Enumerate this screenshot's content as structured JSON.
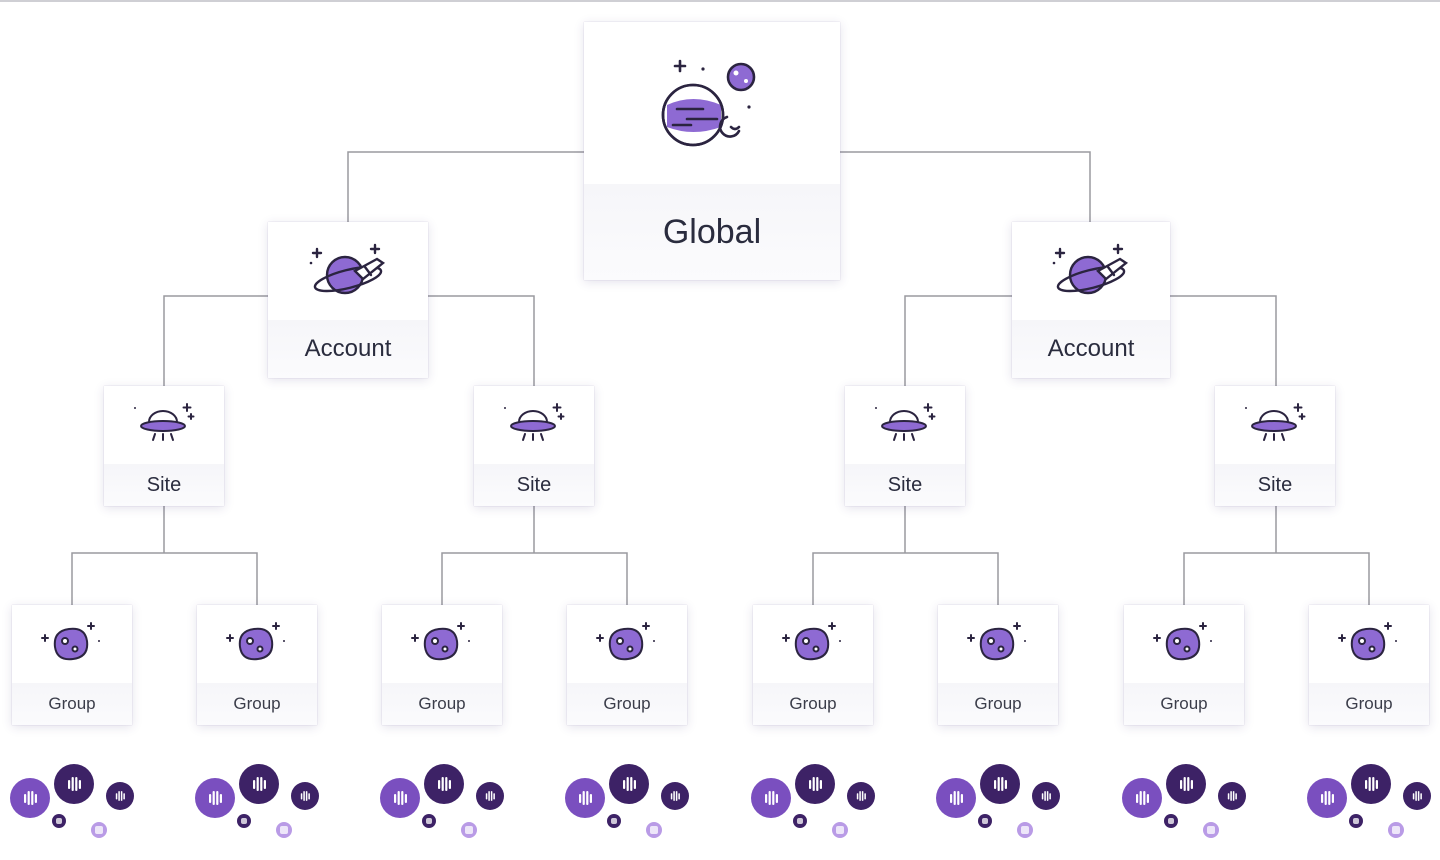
{
  "diagram": {
    "root": {
      "label": "Global",
      "icon": "planets-icon"
    },
    "accounts": [
      {
        "label": "Account",
        "icon": "rocket-planet-icon"
      },
      {
        "label": "Account",
        "icon": "rocket-planet-icon"
      }
    ],
    "sites": [
      {
        "label": "Site",
        "icon": "ufo-icon"
      },
      {
        "label": "Site",
        "icon": "ufo-icon"
      },
      {
        "label": "Site",
        "icon": "ufo-icon"
      },
      {
        "label": "Site",
        "icon": "ufo-icon"
      }
    ],
    "groups": [
      {
        "label": "Group",
        "icon": "asteroid-icon"
      },
      {
        "label": "Group",
        "icon": "asteroid-icon"
      },
      {
        "label": "Group",
        "icon": "asteroid-icon"
      },
      {
        "label": "Group",
        "icon": "asteroid-icon"
      },
      {
        "label": "Group",
        "icon": "asteroid-icon"
      },
      {
        "label": "Group",
        "icon": "asteroid-icon"
      },
      {
        "label": "Group",
        "icon": "asteroid-icon"
      },
      {
        "label": "Group",
        "icon": "asteroid-icon"
      }
    ],
    "endpoint_icon": "agent-logo-icon",
    "colors": {
      "purple_dark": "#3d2266",
      "purple_mid": "#7a4fbf",
      "purple_light": "#b99be6",
      "purple_fill": "#8e6ad3",
      "connector": "#9a9a9f"
    }
  }
}
